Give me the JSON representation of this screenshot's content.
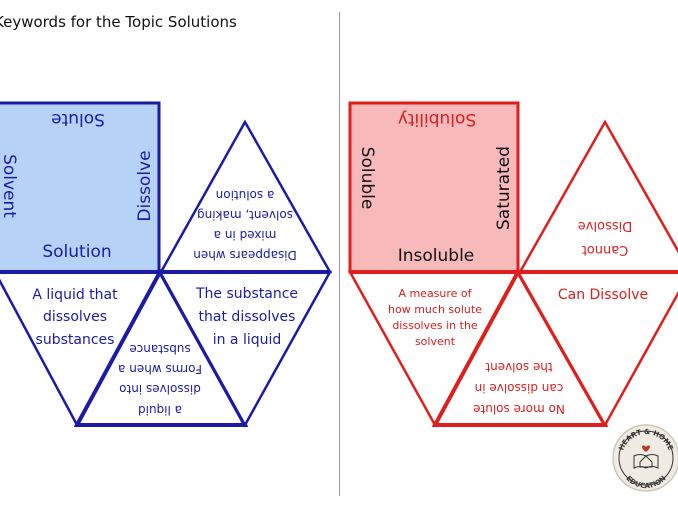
{
  "title": "Keywords for the Topic Solutions",
  "colors": {
    "blue": "#1b1ba6",
    "blue_fill": "#b6d3f7",
    "red": "#e01e1e",
    "red_fill": "#f7b9b9"
  },
  "blue_set": {
    "square": {
      "top": "Solute",
      "left": "Solvent",
      "right": "Dissolve",
      "bottom": "Solution"
    },
    "top_triangle": [
      "Disappears when",
      "mixed in a",
      "solvent, making",
      "a solution"
    ],
    "bottom_left": [
      "A liquid that",
      "dissolves",
      "substances"
    ],
    "bottom_middle": [
      "a liquid",
      "dissolves into",
      "Forms when a",
      "substance"
    ],
    "bottom_right": [
      "The substance",
      "that dissolves",
      "in a liquid"
    ]
  },
  "red_set": {
    "square": {
      "top": "Solubility",
      "left": "Soluble",
      "right": "Saturated",
      "bottom": "Insoluble"
    },
    "top_triangle": [
      "Cannot",
      "Dissolve"
    ],
    "bottom_left": [
      "A measure of",
      "how much solute",
      "dissolves in the",
      "solvent"
    ],
    "bottom_middle": [
      "No more solute",
      "can dissolve in",
      "the solvent"
    ],
    "bottom_right": [
      "Can Dissolve"
    ]
  },
  "logo": {
    "text_top": "HEART & HOME",
    "text_bottom": "EDUCATION",
    "icon": "book-house-heart-icon"
  }
}
